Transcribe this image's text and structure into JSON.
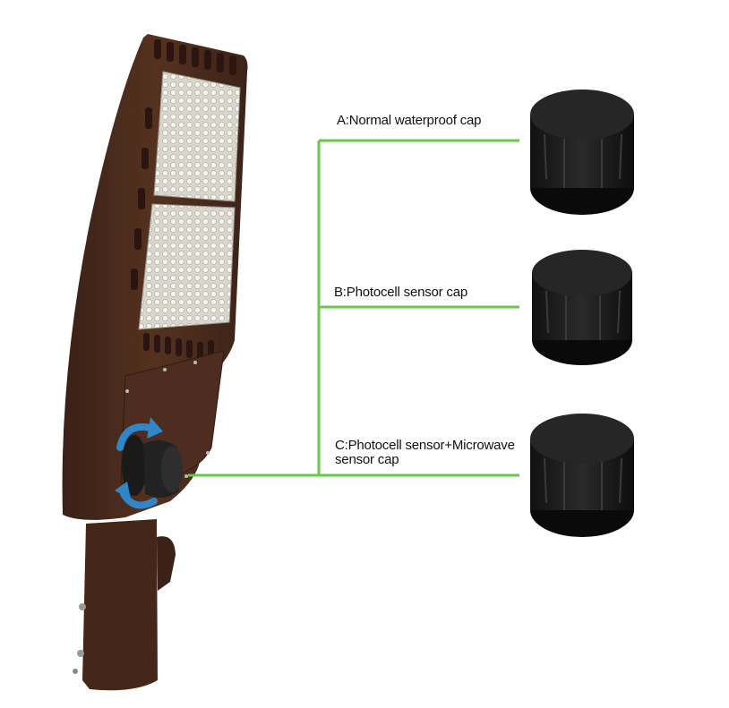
{
  "labels": {
    "a": "A:Normal waterproof cap",
    "b": "B:Photocell sensor cap",
    "c": "C:Photocell sensor+Microwave sensor cap"
  },
  "colors": {
    "connector_line": "#6cc64a",
    "fixture_body": "#4a2a1e",
    "cap": "#1a1a1a",
    "rotation_arrow": "#2f86c8",
    "led_panel": "#e9e6df"
  },
  "icons": {
    "rotation": "rotate-arrows-icon"
  }
}
